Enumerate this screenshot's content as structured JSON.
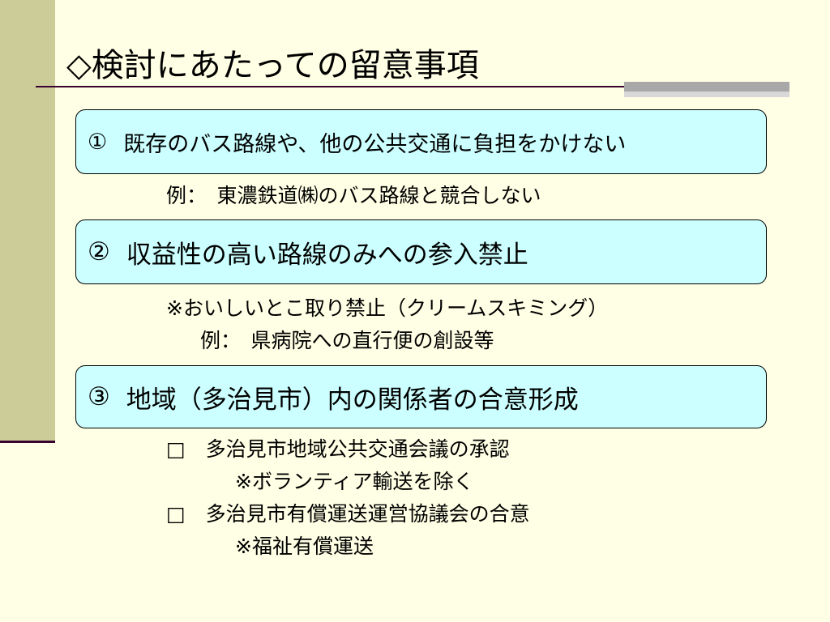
{
  "slide": {
    "title": "◇検討にあたっての留意事項",
    "points": [
      {
        "number": "①",
        "text": "既存のバス路線や、他の公共交通に負担をかけない"
      },
      {
        "number": "②",
        "text": "収益性の高い路線のみへの参入禁止"
      },
      {
        "number": "③",
        "text": "地域（多治見市）内の関係者の合意形成"
      }
    ],
    "notes": {
      "point1_example": "例：　東濃鉄道㈱のバス路線と競合しない",
      "point2_note": "※おいしいとこ取り禁止（クリームスキミング）",
      "point2_example": "例：　県病院への直行便の創設等",
      "point3_item1": "□　多治見市地域公共交通会議の承認",
      "point3_item1_note": "※ボランティア輸送を除く",
      "point3_item2": "□　多治見市有償運送運営協議会の合意",
      "point3_item2_note": "※福祉有償運送"
    }
  },
  "colors": {
    "background": "#FFFFE5",
    "left_band": "#CCCC99",
    "rule": "#3A0030",
    "box_fill": "#CCFFFF"
  }
}
